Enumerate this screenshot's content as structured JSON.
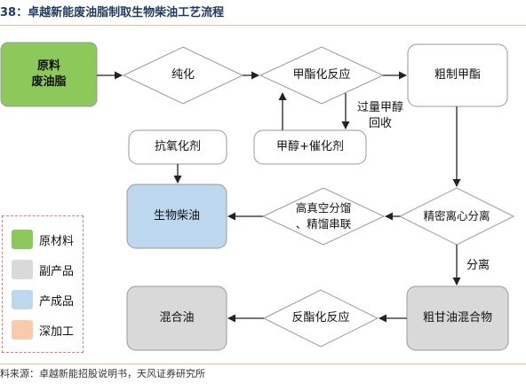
{
  "title": "38：卓越新能废油脂制取生物柴油工艺流程",
  "source": "料来源：卓越新能招股说明书，天风证券研究所",
  "colors": {
    "raw": "#8dc85a",
    "by": "#d9d9d9",
    "product": "#bdd7ee",
    "deep": "#f8cbad",
    "border": "#999999",
    "arrow": "#222222",
    "accent_rule": "#e3c39a"
  },
  "nodes": {
    "raw_material": "原料\n废油脂",
    "purify": "纯化",
    "esterify": "甲酯化反应",
    "crude_ester": "粗制甲酯",
    "methanol_catalyst": "甲醇+催化剂",
    "antioxidant": "抗氧化剂",
    "biodiesel": "生物柴油",
    "vacuum_distill": "高真空分馏\n、精馏串联",
    "precision_centrifuge": "精密离心分离",
    "mixed_oil": "混合油",
    "reverse_esterify": "反酯化反应",
    "crude_glycerol": "粗甘油混合物"
  },
  "edge_labels": {
    "methanol_recovery": "过量甲醇\n回收",
    "separation": "分离"
  },
  "legend": [
    {
      "label": "原材料",
      "color": "#8dc85a"
    },
    {
      "label": "副产品",
      "color": "#d9d9d9"
    },
    {
      "label": "产成品",
      "color": "#bdd7ee"
    },
    {
      "label": "深加工",
      "color": "#f8cbad"
    }
  ]
}
